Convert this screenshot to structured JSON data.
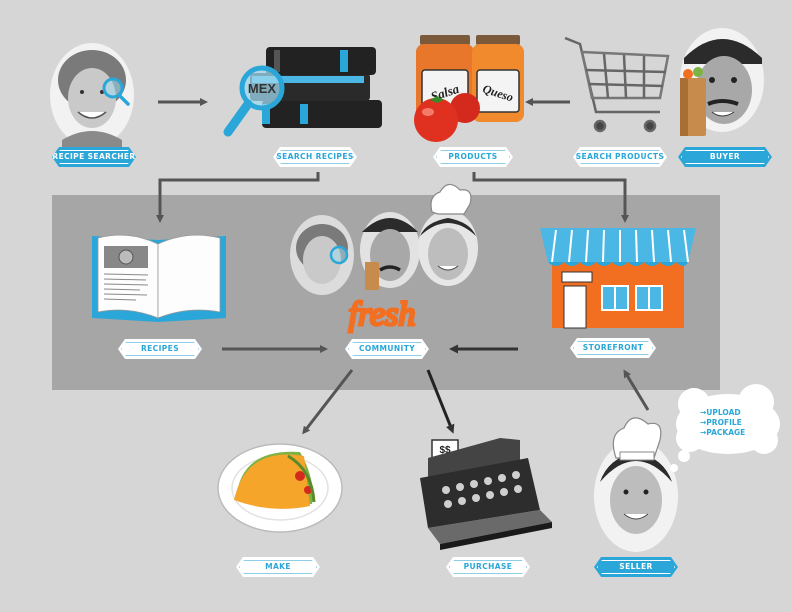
{
  "labels": {
    "recipe_searcher": "RECIPE SEARCHER",
    "search_recipes": "SEARCH RECIPES",
    "products": "PRODUCTS",
    "search_products": "SEARCH PRODUCTS",
    "buyer": "BUYER",
    "recipes": "RECIPES",
    "community": "COMMUNITY",
    "storefront": "STOREFRONT",
    "make": "MAKE",
    "purchase": "PURCHASE",
    "seller": "SELLER"
  },
  "art_text": {
    "mex": "MEX",
    "salsa": "Salsa",
    "queso": "Queso",
    "fresh": "fresh",
    "dollars": "$$"
  },
  "thought_bubble": {
    "items": [
      "UPLOAD",
      "PROFILE",
      "PACKAGE"
    ]
  },
  "colors": {
    "background": "#d6d6d6",
    "panel": "#a6a6a6",
    "accent_blue": "#2aa7d8",
    "orange": "#f26f21",
    "arrow": "#555555"
  }
}
